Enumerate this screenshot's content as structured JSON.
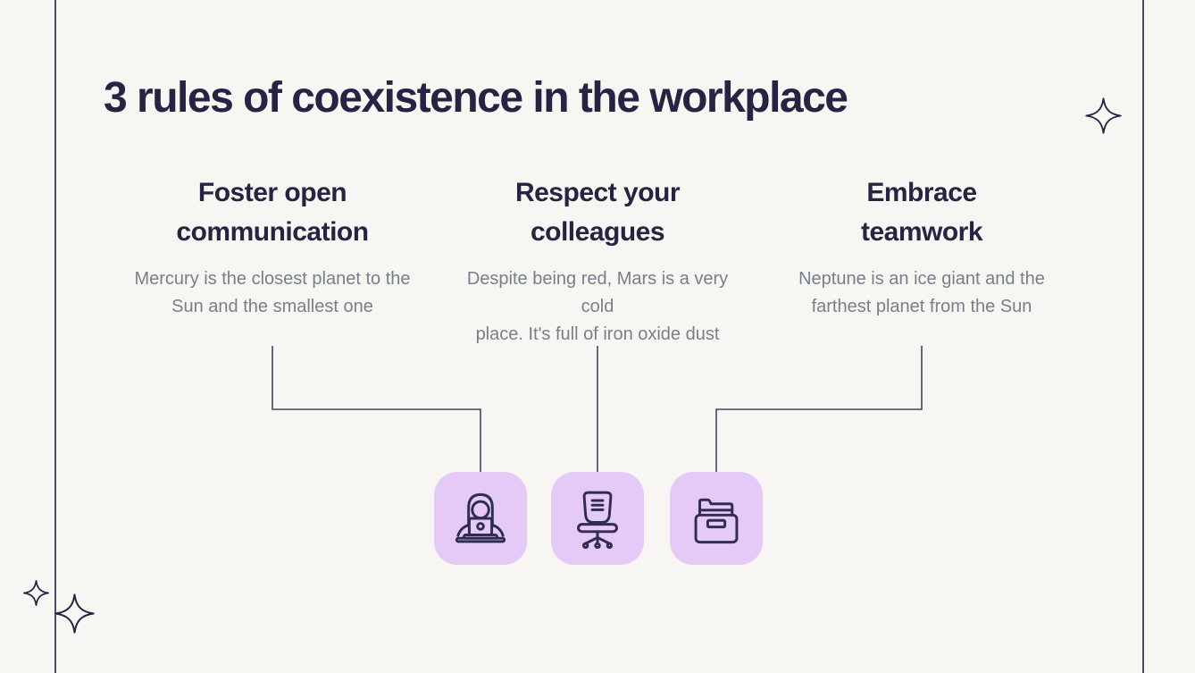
{
  "slide": {
    "title": "3 rules of coexistence in the workplace",
    "columns": [
      {
        "heading": [
          "Foster open",
          "communication"
        ],
        "body": [
          "Mercury is the closest planet to the",
          "Sun and the smallest one"
        ],
        "icon": "woman-at-laptop-icon"
      },
      {
        "heading": [
          "Respect your",
          "colleagues"
        ],
        "body": [
          "Despite being red, Mars is a very cold",
          "place. It's full of iron oxide dust"
        ],
        "icon": "office-chair-icon"
      },
      {
        "heading": [
          "Embrace",
          "teamwork"
        ],
        "body": [
          "Neptune is an ice giant and the",
          "farthest planet from the Sun"
        ],
        "icon": "folder-icon"
      }
    ],
    "decorations": {
      "sparkles": [
        "sparkle-icon-top-right",
        "sparkle-icon-bottom-left-small",
        "sparkle-icon-bottom-left-big"
      ],
      "border_lines": [
        "left-vertical-rule",
        "right-vertical-rule"
      ]
    },
    "colors": {
      "background": "#f7f6f3",
      "heading": "#262442",
      "body_text": "#76808a",
      "icon_box": "#e5c9f7",
      "icon_stroke": "#312d4e",
      "connector": "#45435c",
      "rule": "#4d4a66"
    }
  }
}
